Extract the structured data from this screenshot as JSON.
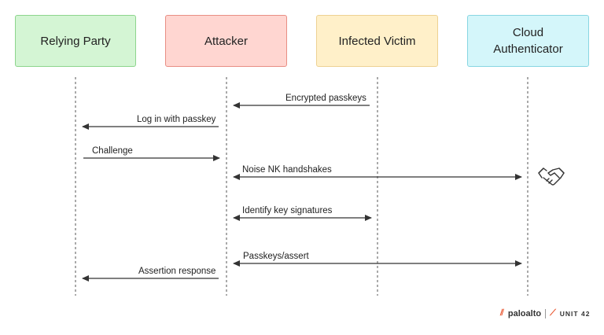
{
  "actors": {
    "relying_party": "Relying Party",
    "attacker": "Attacker",
    "infected_victim": "Infected Victim",
    "cloud_authenticator": "Cloud Authenticator"
  },
  "messages": {
    "encrypted_passkeys": "Encrypted passkeys",
    "log_in": "Log in with passkey",
    "challenge": "Challenge",
    "noise_nk": "Noise NK handshakes",
    "identify_keys": "Identify key signatures",
    "passkeys_assert": "Passkeys/assert",
    "assertion_response": "Assertion response"
  },
  "logo": {
    "paloalto": "paloalto",
    "unit42": "UNIT 42"
  },
  "icons": {
    "handshake": "handshake-icon"
  }
}
